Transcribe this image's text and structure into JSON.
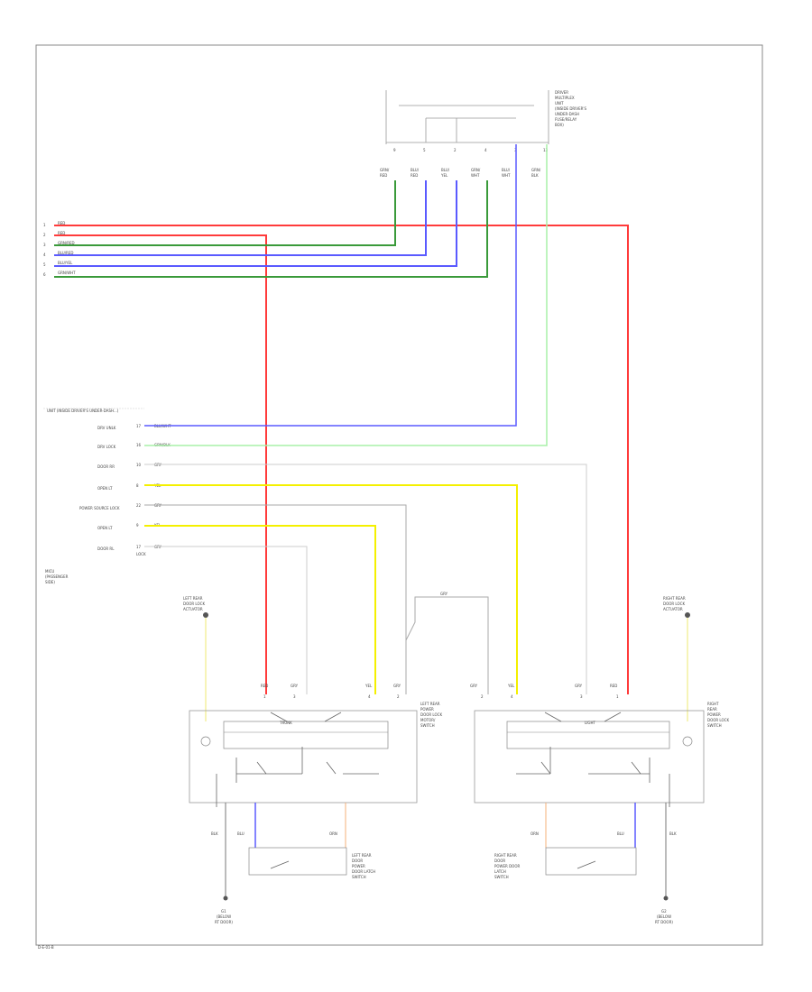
{
  "colors": {
    "red": "#ff3b3b",
    "green": "#3a9a3a",
    "blue": "#5a5aff",
    "light_green": "#a8f0a8",
    "yellow": "#f4f000",
    "gray": "#aaaaaa",
    "light_gray": "#cccccc",
    "orange": "#f4b07a",
    "black": "#555555"
  },
  "footer": {
    "code": "D-E-01-B"
  },
  "top_connector": {
    "label_lines": [
      "DRIVER",
      "MULTIPLEX",
      "UNIT",
      "(INSIDE DRIVER'S",
      "UNDER-DASH",
      "FUSE/RELAY",
      "BOX)"
    ],
    "pin_nums": [
      "9",
      "5",
      "2",
      "4",
      "3",
      "13"
    ],
    "wire_labels": [
      "GRN/",
      "BLU/",
      "BLU/",
      "GRN/",
      "BLU/",
      "GRN/"
    ],
    "wire_labels2": [
      "RED",
      "RED",
      "YEL",
      "WHT",
      "WHT",
      "BLK"
    ]
  },
  "left_bus": {
    "pins": [
      "1",
      "2",
      "3",
      "4",
      "5",
      "6"
    ],
    "labels": [
      "RED",
      "RED",
      "GRN/RED",
      "BLU/RED",
      "BLU/YEL",
      "GRN/WHT"
    ]
  },
  "unit_header": "UNIT (INSIDE DRIVER'S UNDER-DASH...)",
  "mid_rows": [
    {
      "name": "DRV UNLK",
      "pin": "17",
      "wire": "BLU/WHT"
    },
    {
      "name": "DRV LOCK",
      "pin": "16",
      "wire": "GRN/BLK"
    },
    {
      "name": "DOOR RR",
      "pin": "10",
      "wire": "GRY"
    },
    {
      "name": "OPEN LT",
      "pin": "8",
      "wire": "YEL"
    },
    {
      "name": "POWER SOURCE LOCK",
      "pin": "22",
      "wire": "GRY"
    },
    {
      "name": "OPEN LT",
      "pin": "9",
      "wire": "YEL"
    },
    {
      "name": "DOOR RL",
      "pin": "17",
      "wire": "GRY"
    }
  ],
  "mid_sub": "LOCK",
  "unit_label": [
    "MICU",
    "(PASSENGER",
    "SIDE)"
  ],
  "left_assembly": {
    "top_label": [
      "LEFT REAR",
      "DOOR LOCK",
      "ACTUATOR"
    ],
    "side_label": [
      "LEFT REAR",
      "POWER",
      "DOOR LOCK",
      "MOTOR/",
      "SWITCH"
    ],
    "wires": [
      "RED",
      "GRY",
      "YEL",
      "GRY"
    ],
    "pins": [
      "1",
      "3",
      "4",
      "2"
    ],
    "bottom_wires": [
      "BLK",
      "BLU",
      "ORN"
    ],
    "bottom_label": [
      "LEFT REAR",
      "DOOR",
      "POWER",
      "DOOR LATCH",
      "SWITCH"
    ],
    "ground": [
      "G1",
      "(BELOW",
      "RT DOOR)"
    ],
    "mode": "TRUNK"
  },
  "right_assembly": {
    "top_label": [
      "RIGHT REAR",
      "DOOR LOCK",
      "ACTUATOR"
    ],
    "side_label": [
      "RIGHT",
      "REAR",
      "POWER",
      "DOOR LOCK",
      "SWITCH"
    ],
    "wires": [
      "GRY",
      "YEL",
      "GRY",
      "RED"
    ],
    "pins": [
      "2",
      "4",
      "3",
      "1"
    ],
    "bottom_wires": [
      "ORN",
      "BLU",
      "BLK"
    ],
    "bottom_label": [
      "RIGHT REAR",
      "DOOR",
      "POWER DOOR",
      "LATCH",
      "SWITCH"
    ],
    "ground": [
      "G2",
      "(BELOW",
      "RT DOOR)"
    ],
    "mode": "LIGHT"
  },
  "gry_jumper": "GRY"
}
